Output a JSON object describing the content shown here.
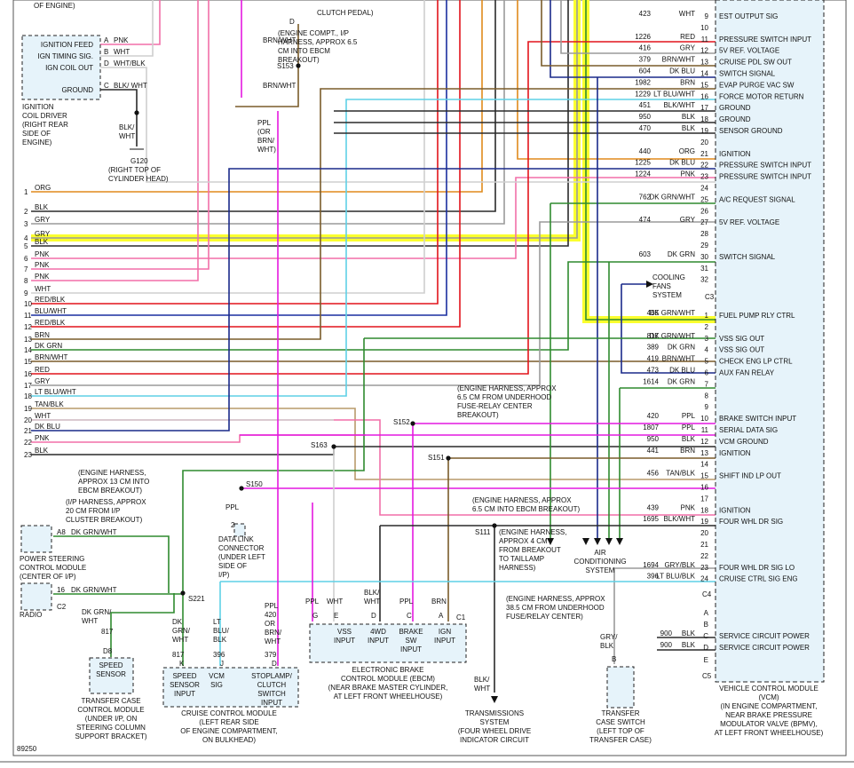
{
  "colors": {
    "ORG": "#e08a1c",
    "BLK": "#2a2a2a",
    "GRY": "#9a9a9a",
    "PNK": "#f26fa8",
    "WHT": "#cfcfcf",
    "RED": "#e2141c",
    "BLU": "#1a2fa0",
    "BRN": "#7a5b2a",
    "DKGRN": "#2f8a2f",
    "LTBLU": "#5ed0e6",
    "TAN": "#b99a6a",
    "PPL": "#e419e0",
    "DKBLU": "#1a2a8a",
    "highlight": "#fbff2e"
  },
  "header_fragments": {
    "of_engine": "OF ENGINE)",
    "clutch_pedal": "CLUTCH PEDAL)",
    "pin_d": "D"
  },
  "ignition_module": {
    "labels": [
      "IGNITION FEED",
      "IGN TIMING SIG.",
      "IGN COIL OUT",
      "GROUND"
    ],
    "pins": [
      "A",
      "B",
      "D",
      "C"
    ],
    "wires": [
      "PNK",
      "WHT",
      "WHT/BLK",
      "BLK/ WHT"
    ],
    "caption": [
      "IGNITION",
      "COIL DRIVER",
      "(RIGHT REAR",
      "SIDE OF",
      "ENGINE)"
    ],
    "ground_wire": [
      "BLK/",
      "WHT"
    ],
    "ground_name": "G120",
    "ground_caption": [
      "(RIGHT TOP OF",
      "CYLINDER HEAD)"
    ]
  },
  "engine_comp_note": [
    "(ENGINE COMPT., I/P",
    "HARNESS, APPROX 6.5",
    "CM INTO EBCM",
    "BREAKOUT)"
  ],
  "splice_s153": {
    "name": "S153",
    "wire_top": "BRN/WHT",
    "wire_bottom": "BRN/WHT"
  },
  "ppl_note": [
    "PPL",
    "(OR",
    "BRN/",
    "WHT)"
  ],
  "left_harness": [
    {
      "n": "1",
      "c": "ORG"
    },
    {
      "n": "2",
      "c": "BLK"
    },
    {
      "n": "3",
      "c": "GRY"
    },
    {
      "n": "4",
      "c": "GRY"
    },
    {
      "n": "5",
      "c": "BLK"
    },
    {
      "n": "6",
      "c": "PNK"
    },
    {
      "n": "7",
      "c": "PNK"
    },
    {
      "n": "8",
      "c": "PNK"
    },
    {
      "n": "9",
      "c": "WHT"
    },
    {
      "n": "10",
      "c": "RED/BLK"
    },
    {
      "n": "11",
      "c": "BLU/WHT"
    },
    {
      "n": "12",
      "c": "RED/BLK"
    },
    {
      "n": "13",
      "c": "BRN"
    },
    {
      "n": "14",
      "c": "DK GRN"
    },
    {
      "n": "15",
      "c": "BRN/WHT"
    },
    {
      "n": "16",
      "c": "RED"
    },
    {
      "n": "17",
      "c": "GRY"
    },
    {
      "n": "18",
      "c": "LT BLU/WHT"
    },
    {
      "n": "19",
      "c": "TAN/BLK"
    },
    {
      "n": "20",
      "c": "WHT"
    },
    {
      "n": "21",
      "c": "DK BLU"
    },
    {
      "n": "22",
      "c": "PNK"
    },
    {
      "n": "23",
      "c": "BLK"
    }
  ],
  "vcm_c2": [
    {
      "pin": "9",
      "circ": "423",
      "color": "WHT",
      "func": "EST OUTPUT SIG"
    },
    {
      "pin": "10",
      "circ": "",
      "color": "",
      "func": ""
    },
    {
      "pin": "11",
      "circ": "1226",
      "color": "RED",
      "func": "PRESSURE SWITCH INPUT"
    },
    {
      "pin": "12",
      "circ": "416",
      "color": "GRY",
      "func": "5V REF. VOLTAGE"
    },
    {
      "pin": "13",
      "circ": "379",
      "color": "BRN/WHT",
      "func": "CRUISE PDL SW OUT"
    },
    {
      "pin": "14",
      "circ": "604",
      "color": "DK BLU",
      "func": "SWITCH SIGNAL"
    },
    {
      "pin": "15",
      "circ": "1982",
      "color": "BRN",
      "func": "EVAP PURGE VAC SW"
    },
    {
      "pin": "16",
      "circ": "1229",
      "color": "LT BLU/WHT",
      "func": "FORCE MOTOR RETURN"
    },
    {
      "pin": "17",
      "circ": "451",
      "color": "BLK/WHT",
      "func": "GROUND"
    },
    {
      "pin": "18",
      "circ": "950",
      "color": "BLK",
      "func": "GROUND"
    },
    {
      "pin": "19",
      "circ": "470",
      "color": "BLK",
      "func": "SENSOR GROUND"
    },
    {
      "pin": "20",
      "circ": "",
      "color": "",
      "func": ""
    },
    {
      "pin": "21",
      "circ": "440",
      "color": "ORG",
      "func": "IGNITION"
    },
    {
      "pin": "22",
      "circ": "1225",
      "color": "DK BLU",
      "func": "PRESSURE SWITCH INPUT"
    },
    {
      "pin": "23",
      "circ": "1224",
      "color": "PNK",
      "func": "PRESSURE SWITCH INPUT"
    },
    {
      "pin": "24",
      "circ": "",
      "color": "",
      "func": ""
    },
    {
      "pin": "25",
      "circ": "762",
      "color": "DK GRN/WHT",
      "func": "A/C REQUEST SIGNAL"
    },
    {
      "pin": "26",
      "circ": "",
      "color": "",
      "func": ""
    },
    {
      "pin": "27",
      "circ": "474",
      "color": "GRY",
      "func": "5V REF. VOLTAGE"
    },
    {
      "pin": "28",
      "circ": "",
      "color": "",
      "func": ""
    },
    {
      "pin": "29",
      "circ": "",
      "color": "",
      "func": ""
    },
    {
      "pin": "30",
      "circ": "603",
      "color": "DK GRN",
      "func": "SWITCH SIGNAL"
    },
    {
      "pin": "31",
      "circ": "",
      "color": "",
      "func": ""
    },
    {
      "pin": "32",
      "circ": "",
      "color": "",
      "func": ""
    }
  ],
  "c3_label": "C3",
  "cooling_fans": [
    "COOLING",
    "FANS",
    "SYSTEM"
  ],
  "vcm_c3": [
    {
      "pin": "1",
      "circ": "465",
      "color": "DK GRN/WHT",
      "func": "FUEL PUMP RLY CTRL"
    },
    {
      "pin": "2",
      "circ": "",
      "color": "",
      "func": ""
    },
    {
      "pin": "3",
      "circ": "817",
      "color": "DK GRN/WHT",
      "func": "VSS SIG OUT"
    },
    {
      "pin": "4",
      "circ": "389",
      "color": "DK GRN",
      "func": "VSS SIG OUT"
    },
    {
      "pin": "5",
      "circ": "419",
      "color": "BRN/WHT",
      "func": "CHECK ENG LP CTRL"
    },
    {
      "pin": "6",
      "circ": "473",
      "color": "DK BLU",
      "func": "AUX FAN RELAY"
    },
    {
      "pin": "7",
      "circ": "1614",
      "color": "DK GRN",
      "func": ""
    },
    {
      "pin": "8",
      "circ": "",
      "color": "",
      "func": ""
    },
    {
      "pin": "9",
      "circ": "",
      "color": "",
      "func": ""
    },
    {
      "pin": "10",
      "circ": "420",
      "color": "PPL",
      "func": "BRAKE SWITCH INPUT"
    },
    {
      "pin": "11",
      "circ": "1807",
      "color": "PPL",
      "func": "SERIAL DATA SIG"
    },
    {
      "pin": "12",
      "circ": "950",
      "color": "BLK",
      "func": "VCM GROUND"
    },
    {
      "pin": "13",
      "circ": "441",
      "color": "BRN",
      "func": "IGNITION"
    },
    {
      "pin": "14",
      "circ": "",
      "color": "",
      "func": ""
    },
    {
      "pin": "15",
      "circ": "456",
      "color": "TAN/BLK",
      "func": "SHIFT IND LP OUT"
    },
    {
      "pin": "16",
      "circ": "",
      "color": "",
      "func": ""
    },
    {
      "pin": "17",
      "circ": "",
      "color": "",
      "func": ""
    },
    {
      "pin": "18",
      "circ": "439",
      "color": "PNK",
      "func": "IGNITION"
    },
    {
      "pin": "19",
      "circ": "1695",
      "color": "BLK/WHT",
      "func": "FOUR WHL DR SIG"
    },
    {
      "pin": "20",
      "circ": "",
      "color": "",
      "func": ""
    },
    {
      "pin": "21",
      "circ": "",
      "color": "",
      "func": ""
    },
    {
      "pin": "22",
      "circ": "",
      "color": "",
      "func": ""
    },
    {
      "pin": "23",
      "circ": "1694",
      "color": "GRY/BLK",
      "func": "FOUR WHL DR SIG LO"
    },
    {
      "pin": "24",
      "circ": "396",
      "color": "LT BLU/BLK",
      "func": "CRUISE CTRL SIG ENG"
    }
  ],
  "c4_label": "C4",
  "vcm_c5": [
    {
      "pin": "A",
      "circ": "",
      "color": "",
      "func": ""
    },
    {
      "pin": "B",
      "circ": "",
      "color": "",
      "func": ""
    },
    {
      "pin": "C",
      "circ": "900",
      "color": "BLK",
      "func": "SERVICE CIRCUIT POWER"
    },
    {
      "pin": "D",
      "circ": "900",
      "color": "BLK",
      "func": "SERVICE CIRCUIT POWER"
    },
    {
      "pin": "E",
      "circ": "",
      "color": "",
      "func": ""
    }
  ],
  "c5_label": "C5",
  "vcm_caption": [
    "VEHICLE CONTROL MODULE",
    "(VCM)",
    "(IN ENGINE COMPARTMENT,",
    "NEAR BRAKE PRESSURE",
    "MODULATOR VALVE (BPMV),",
    "AT LEFT FRONT WHEELHOUSE)"
  ],
  "notes": {
    "s152_note": [
      "(ENGINE HARNESS, APPROX",
      "6.5 CM FROM UNDERHOOD",
      "FUSE-RELAY CENTER",
      "BREAKOUT)"
    ],
    "s152": "S152",
    "s163": "S163",
    "s151": "S151",
    "s151_note": [
      "(ENGINE HARNESS, APPROX",
      "6.5 CM INTO EBCM BREAKOUT)"
    ],
    "s150_note": [
      "(ENGINE HARNESS,",
      "APPROX 13 CM INTO",
      "EBCM BREAKOUT)"
    ],
    "s150": "S150",
    "ip_note": [
      "(I/P HARNESS, APPROX",
      "20 CM FROM I/P",
      "CLUSTER BREAKOUT)"
    ],
    "s111": "S111",
    "s111_note": [
      "(ENGINE HARNESS,",
      "APPROX 4 CM",
      "FROM BREAKOUT",
      "TO TAILLAMP",
      "HARNESS)"
    ],
    "s221_note": [
      "(ENGINE HARNESS, APPROX",
      "38.5 CM FROM UNDERHOOD",
      "FUSE/RELAY CENTER)"
    ],
    "s221": "S221"
  },
  "data_link": {
    "wire": "PPL",
    "pin": "2",
    "caption": [
      "DATA LINK",
      "CONNECTOR",
      "(UNDER LEFT",
      "SIDE OF",
      "I/P)"
    ]
  },
  "power_steering": {
    "pin": "A8",
    "wire": "DK GRN/WHT",
    "caption": [
      "POWER STEERING",
      "CONTROL MODULE",
      "(CENTER OF I/P)"
    ]
  },
  "radio": {
    "pin": "16",
    "wire": "DK GRN/WHT",
    "conn": "C2",
    "caption": "RADIO"
  },
  "speed_sensor": {
    "wire": [
      "DK GRN/",
      "WHT"
    ],
    "circ": "817",
    "pin": "D8",
    "label": [
      "SPEED",
      "SENSOR"
    ],
    "caption": [
      "TRANSFER CASE",
      "CONTROL MODULE",
      "(UNDER I/P, ON",
      "STEERING COLUMN",
      "SUPPORT BRACKET)"
    ]
  },
  "cruise_module": {
    "wires": [
      {
        "text": [
          "DK",
          "GRN/",
          "WHT"
        ],
        "circ": "817",
        "pin": "K"
      },
      {
        "text": [
          "LT",
          "BLU/",
          "BLK"
        ],
        "circ": "396",
        "pin": "J"
      },
      {
        "text": [
          "PPL",
          "420",
          "OR",
          "BRN/",
          "WHT"
        ],
        "circ": "379",
        "pin": "D"
      }
    ],
    "inputs": [
      [
        "SPEED",
        "SENSOR",
        "INPUT"
      ],
      [
        "VCM",
        "SIG"
      ],
      [
        "STOPLAMP/",
        "CLUTCH",
        "SWITCH",
        "INPUT"
      ]
    ],
    "caption": [
      "CRUISE CONTROL MODULE",
      "(LEFT REAR SIDE",
      "OF ENGINE COMPARTMENT,",
      "ON BULKHEAD)"
    ]
  },
  "ebcm": {
    "wires": [
      {
        "color": "PPL",
        "pin": "G"
      },
      {
        "color": "WHT",
        "pin": "E"
      },
      {
        "color": "BLK/ WHT",
        "pin": "D"
      },
      {
        "color": "PPL",
        "pin": "C"
      },
      {
        "color": "BRN",
        "pin": "A"
      }
    ],
    "conn": "C1",
    "inputs": [
      [
        "VSS",
        "INPUT"
      ],
      [
        "4WD",
        "INPUT"
      ],
      [
        "BRAKE",
        "SW",
        "INPUT"
      ],
      [
        "IGN",
        "INPUT"
      ]
    ],
    "caption": [
      "ELECTRONIC BRAKE",
      "CONTROL MODULE (EBCM)",
      "(NEAR BRAKE MASTER CYLINDER,",
      "AT LEFT FRONT WHEELHOUSE)"
    ]
  },
  "transmission": {
    "wire": [
      "BLK/",
      "WHT"
    ],
    "caption": [
      "TRANSMISSIONS",
      "SYSTEM",
      "(FOUR WHEEL DRIVE",
      "INDICATOR CIRCUIT"
    ]
  },
  "air_conditioning": [
    "AIR",
    "CONDITIONING",
    "SYSTEM"
  ],
  "transfer_case_switch": {
    "wire": [
      "GRY/",
      "BLK"
    ],
    "pin": "B",
    "caption": [
      "TRANSFER",
      "CASE SWITCH",
      "(LEFT TOP OF",
      "TRANSFER CASE)"
    ]
  },
  "diagram_number": "89250"
}
